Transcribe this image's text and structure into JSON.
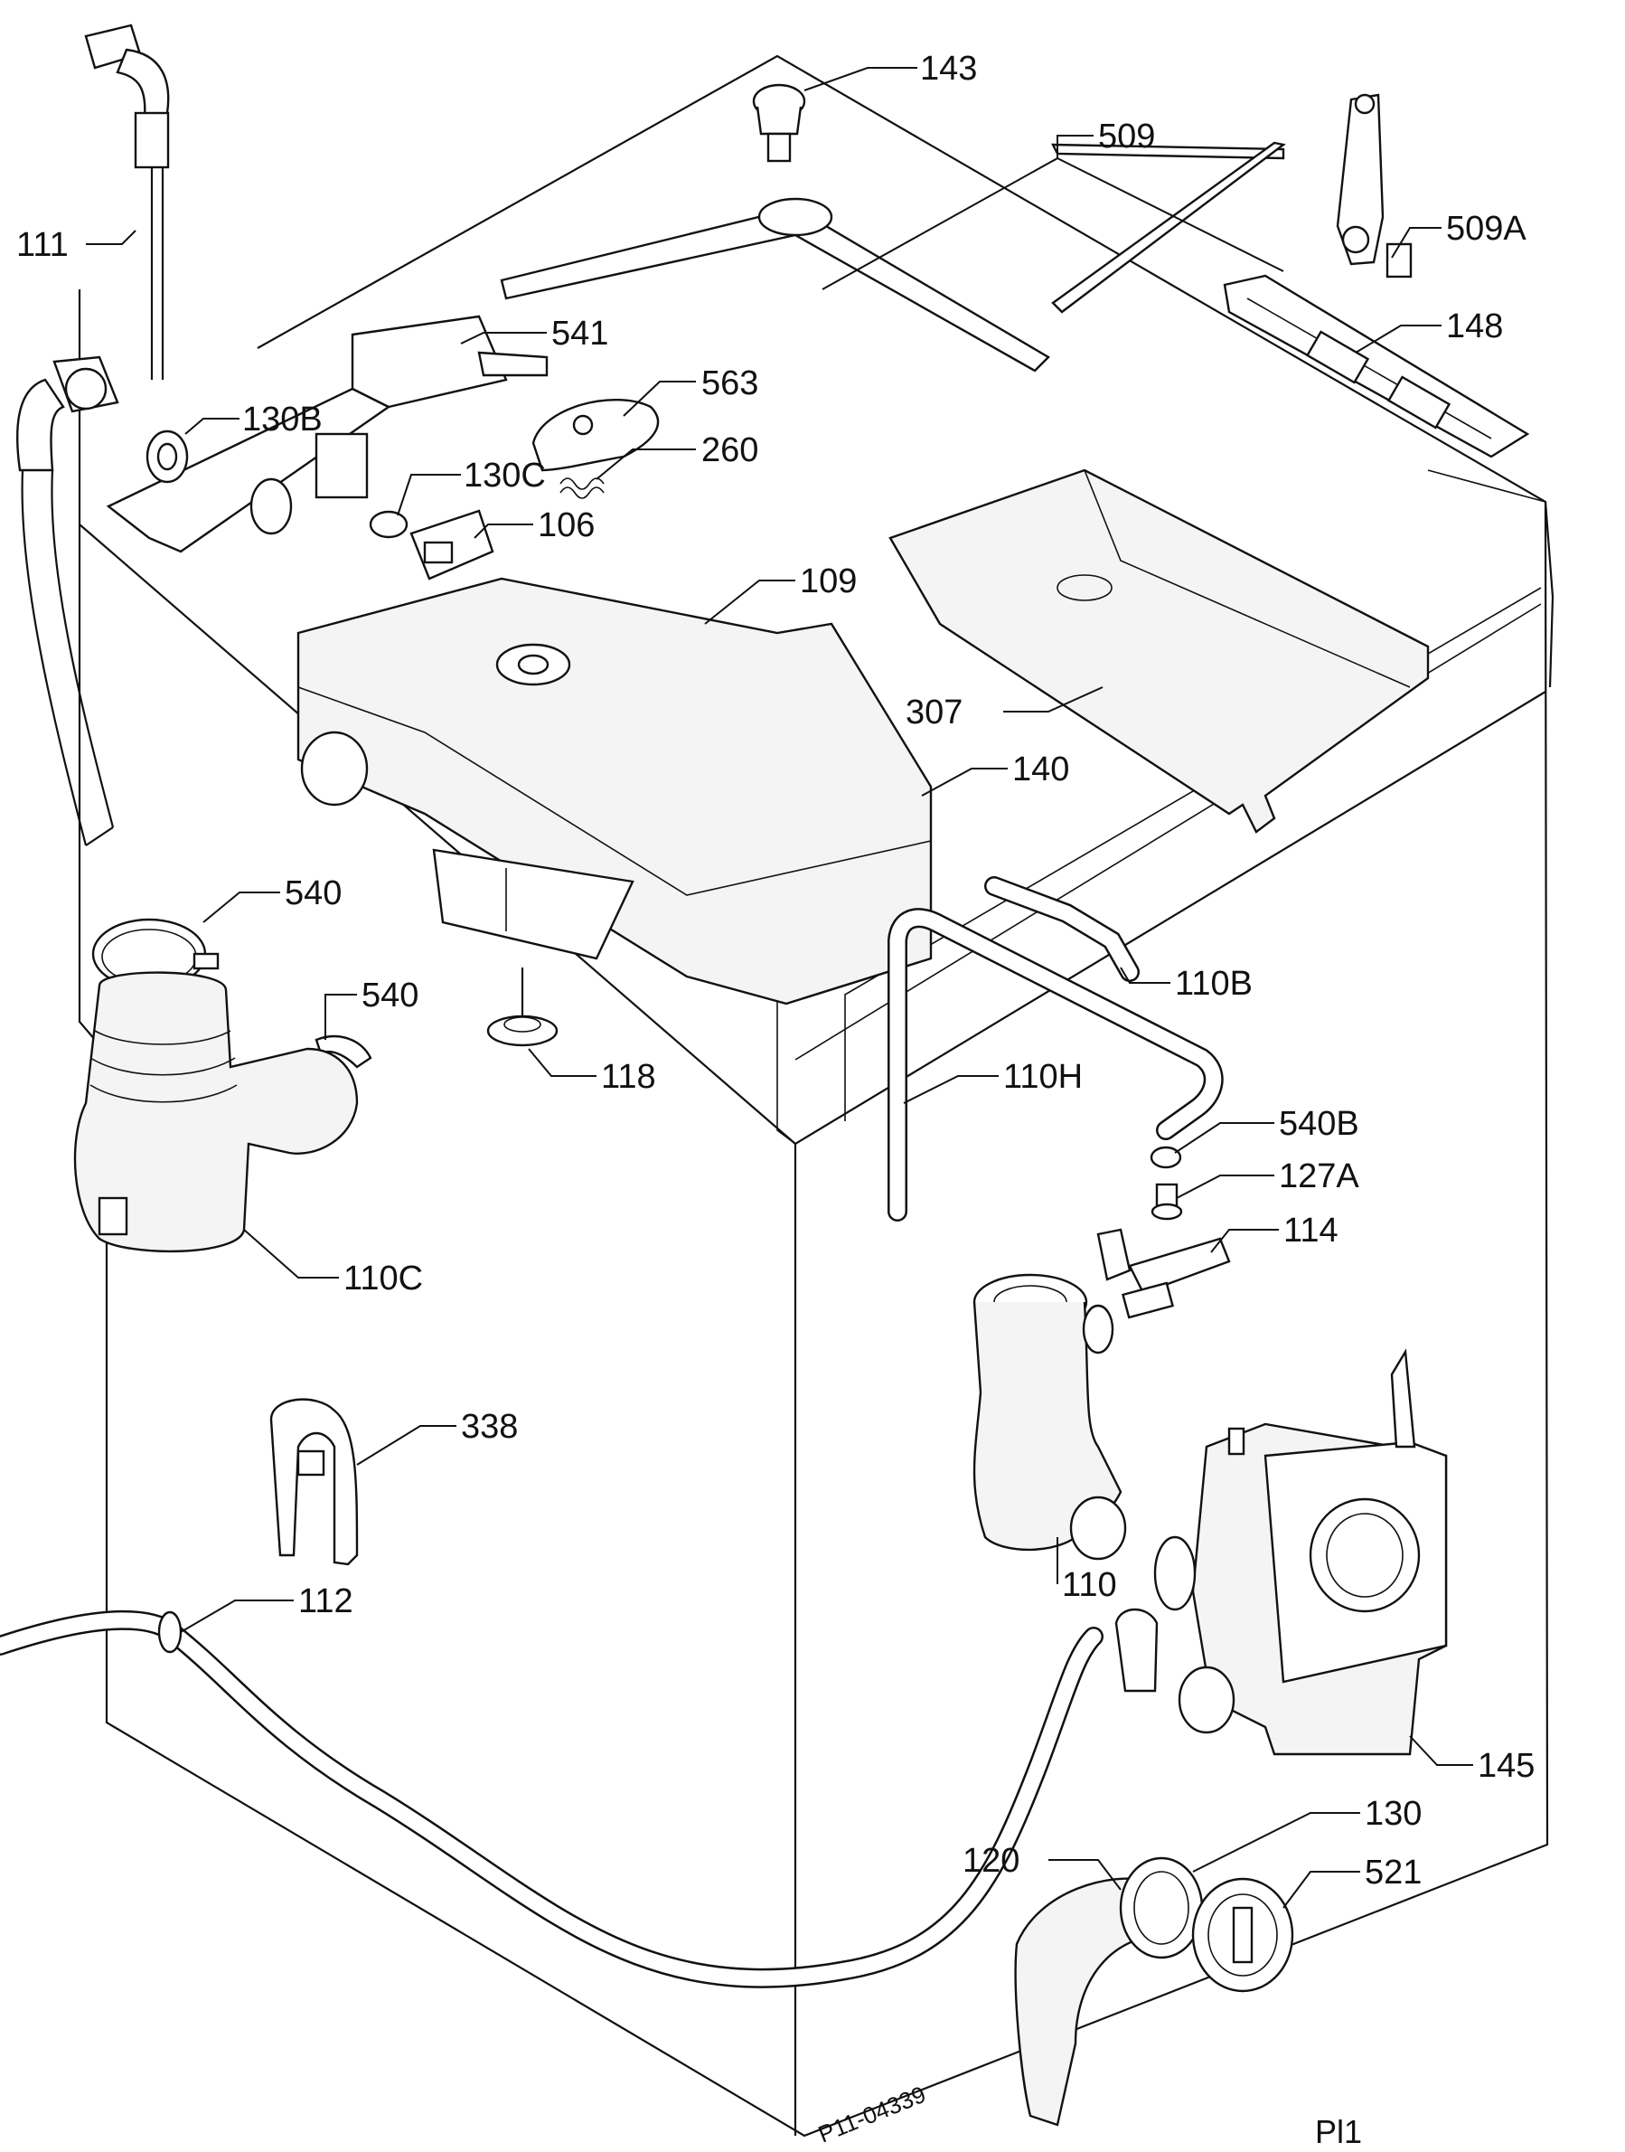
{
  "callouts": {
    "c143": "143",
    "c509": "509",
    "c509a": "509A",
    "c111": "111",
    "c541": "541",
    "c563": "563",
    "c148": "148",
    "c130b": "130B",
    "c260": "260",
    "c130c": "130C",
    "c106": "106",
    "c109": "109",
    "c307": "307",
    "c140": "140",
    "c540a": "540",
    "c540b": "540",
    "c110b": "110B",
    "c118": "118",
    "c110h": "110H",
    "c540bb": "540B",
    "c127a": "127A",
    "c110c": "110C",
    "c114": "114",
    "c338": "338",
    "c110": "110",
    "c112": "112",
    "c145": "145",
    "c130": "130",
    "c120": "120",
    "c521": "521"
  },
  "drawing_ref": "P11-04339",
  "page_label": "Pl1"
}
